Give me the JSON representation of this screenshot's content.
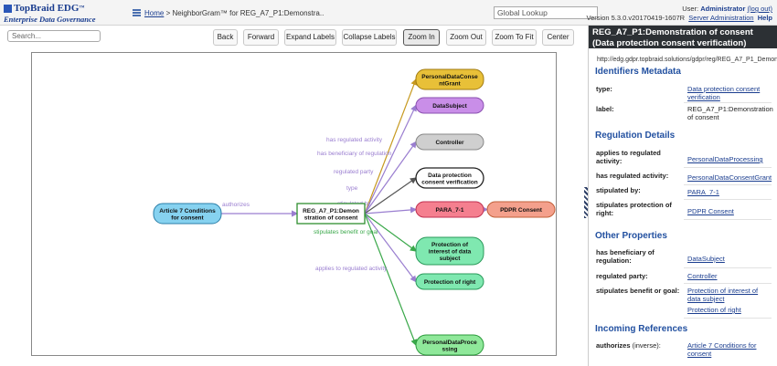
{
  "header": {
    "logo_line1": "TopBraid EDG",
    "logo_tm": "™",
    "logo_line2": "Enterprise Data Governance",
    "breadcrumb_home": "Home",
    "breadcrumb_sep": " > ",
    "breadcrumb_current": "NeighborGram™ for REG_A7_P1:Demonstra..",
    "global_lookup": "Global Lookup",
    "user_prefix": "User: ",
    "user_name": "Administrator",
    "logout": "(log out)",
    "version": "Version 5.3.0.v20170419-1607R",
    "server_admin": "Server Administration",
    "help": "Help"
  },
  "toolbar": {
    "search_placeholder": "Search...",
    "buttons": [
      "Back",
      "Forward",
      "Expand Labels",
      "Collapse Labels",
      "Zoom In",
      "Zoom Out",
      "Zoom To Fit",
      "Center"
    ],
    "active": "Zoom In"
  },
  "graph": {
    "nodes": {
      "article7": "Article 7  Conditions\nfor consent",
      "center": "REG_A7_P1:Demon\nstration of consent",
      "pdcg": "PersonalDataConse\nntGrant",
      "datasubject": "DataSubject",
      "controller": "Controller",
      "dpcv": "Data protection\nconsent verification",
      "para71": "PARA_7-1",
      "pdpr": "PDPR Consent",
      "protect_interest": "Protection of\ninterest of data\nsubject",
      "protect_right": "Protection of right",
      "pdp": "PersonalDataProce\nssing"
    },
    "edges": {
      "authorizes": "authorizes",
      "has_regulated_activity": "has regulated activity",
      "has_beneficiary": "has beneficiary of regulation",
      "regulated_party": "regulated party",
      "type": "type",
      "stipulated_by": "stipulated by",
      "stipulates_benefit": "stipulates benefit or goal",
      "applies_to": "applies to regulated activity"
    },
    "colors": {
      "gold": "#e8c038",
      "purple": "#c98ee8",
      "gray": "#cfcfcf",
      "pink": "#f57f8f",
      "salmon": "#f4a08c",
      "green": "#7fe8b0",
      "lightgreen": "#8fe89a",
      "blue": "#86d2f0",
      "edge_purple": "#9a7ed0",
      "edge_green": "#3aa84a",
      "edge_gold": "#c79a20"
    }
  },
  "panel": {
    "title": "REG_A7_P1:Demonstration of consent (Data protection consent verification)",
    "uri": "http://edg.gdpr.topbraid.solutions/gdpr/reg/REG_A7_P1_Demon",
    "sections": {
      "identifiers": "Identifiers Metadata",
      "regulation": "Regulation Details",
      "other": "Other Properties",
      "incoming": "Incoming References"
    },
    "props": {
      "type_label": "type:",
      "type_value": "Data protection consent verification",
      "label_label": "label:",
      "label_value": "REG_A7_P1:Demonstration of consent",
      "applies_label": "applies to regulated activity:",
      "applies_value": "PersonalDataProcessing",
      "hra_label": "has regulated activity:",
      "hra_value": "PersonalDataConsentGrant",
      "stipulated_label": "stipulated by:",
      "stipulated_value": "PARA_7-1",
      "stipprot_label": "stipulates protection of right:",
      "stipprot_value": "PDPR Consent",
      "benef_label": "has beneficiary of regulation:",
      "benef_value": "DataSubject",
      "party_label": "regulated party:",
      "party_value": "Controller",
      "goal_label": "stipulates benefit or goal:",
      "goal_value1": "Protection of interest of data subject",
      "goal_value2": "Protection of right",
      "auth_label": "authorizes",
      "auth_suffix": " (inverse):",
      "auth_value": "Article 7 Conditions for consent"
    }
  }
}
